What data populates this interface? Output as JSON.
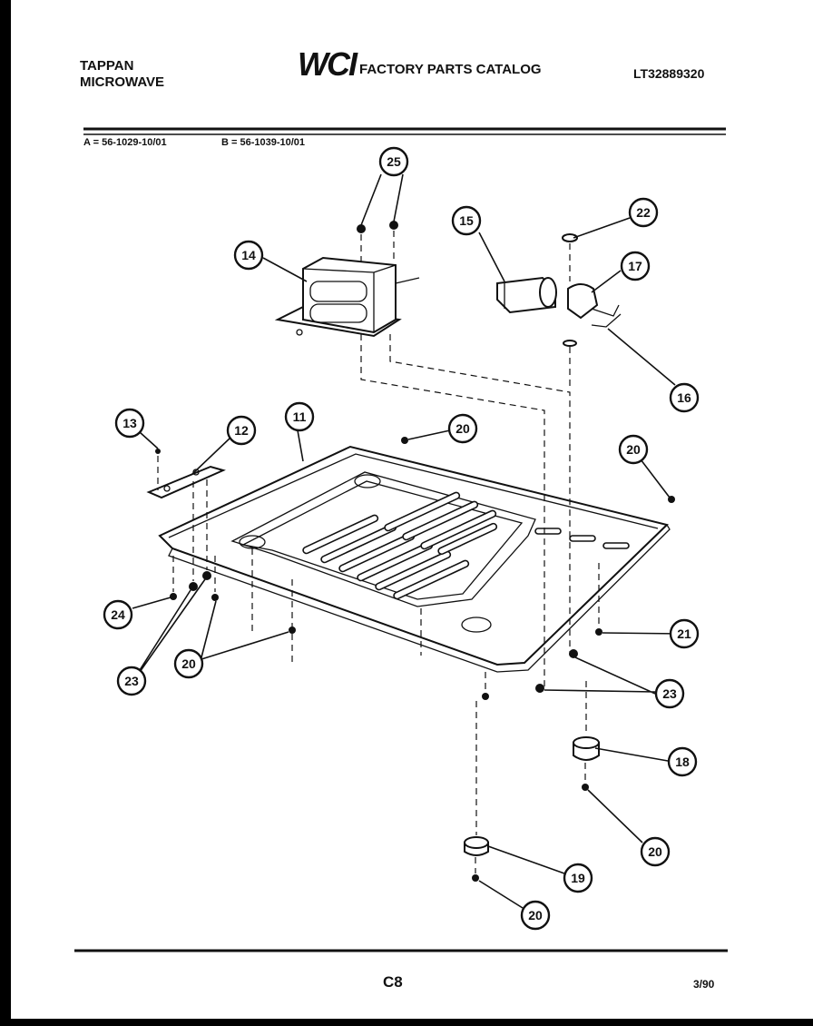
{
  "header": {
    "brand": "TAPPAN",
    "product": "MICROWAVE",
    "logo_text": "WCI",
    "catalog_title": "FACTORY PARTS CATALOG",
    "model_number": "LT32889320"
  },
  "variants": {
    "a": "A = 56-1029-10/01",
    "b": "B = 56-1039-10/01"
  },
  "callouts": [
    "25",
    "22",
    "15",
    "14",
    "17",
    "16",
    "13",
    "12",
    "11",
    "20",
    "20",
    "24",
    "21",
    "23",
    "20",
    "23",
    "18",
    "20",
    "19",
    "20"
  ],
  "footer": {
    "page_code": "C8",
    "date": "3/90"
  }
}
